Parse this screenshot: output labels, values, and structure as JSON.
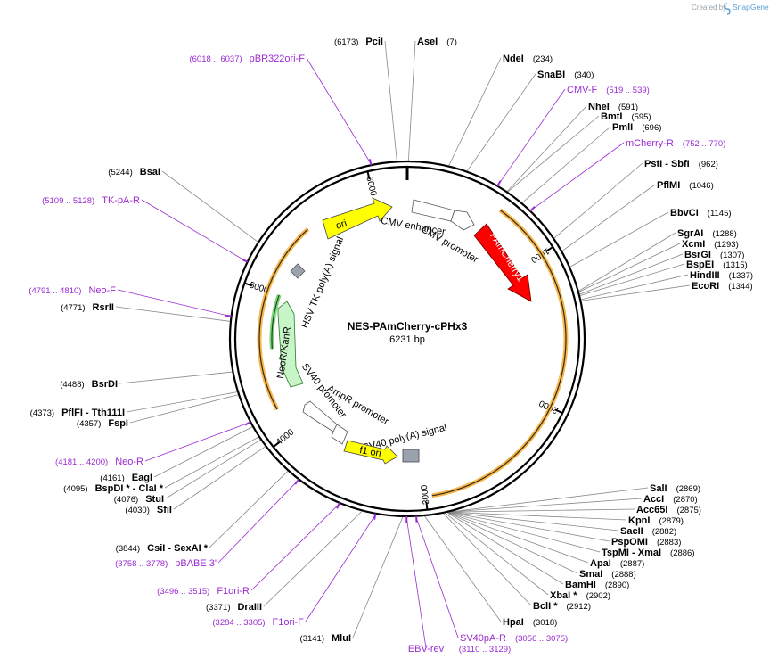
{
  "brand": {
    "prefix": "Created by",
    "name": "SnapGene"
  },
  "map": {
    "name": "NES-PAmCherry-cPHx3",
    "length": "6231 bp"
  },
  "ticks": [
    "1000",
    "2000",
    "3000",
    "4000",
    "5000",
    "6000"
  ],
  "features": {
    "ori": "ori",
    "cmv_enhancer": "CMV enhancer",
    "cmv_promoter": "CMV promoter",
    "pamcherry": "PAmCherry1",
    "hsv_tk": "HSV TK poly(A) signal",
    "neokan": "NeoR/KanR",
    "sv40_promoter": "SV40 promoter",
    "ampr_promoter": "AmpR promoter",
    "sv40_polya": "SV40 poly(A) signal",
    "f1_ori": "f1 ori"
  },
  "enzymes": [
    {
      "name": "PciI",
      "pos": "(6173)"
    },
    {
      "name": "AseI",
      "pos": "(7)"
    },
    {
      "name": "NdeI",
      "pos": "(234)"
    },
    {
      "name": "SnaBI",
      "pos": "(340)"
    },
    {
      "name": "NheI",
      "pos": "(591)"
    },
    {
      "name": "BmtI",
      "pos": "(595)"
    },
    {
      "name": "PmlI",
      "pos": "(696)"
    },
    {
      "name": "PstI  -  SbfI",
      "pos": "(962)"
    },
    {
      "name": "PflMI",
      "pos": "(1046)"
    },
    {
      "name": "BbvCI",
      "pos": "(1145)"
    },
    {
      "name": "SgrAI",
      "pos": "(1288)"
    },
    {
      "name": "XcmI",
      "pos": "(1293)"
    },
    {
      "name": "BsrGI",
      "pos": "(1307)"
    },
    {
      "name": "BspEI",
      "pos": "(1315)"
    },
    {
      "name": "HindIII",
      "pos": "(1337)"
    },
    {
      "name": "EcoRI",
      "pos": "(1344)"
    },
    {
      "name": "SalI",
      "pos": "(2869)"
    },
    {
      "name": "AccI",
      "pos": "(2870)"
    },
    {
      "name": "Acc65I",
      "pos": "(2875)"
    },
    {
      "name": "KpnI",
      "pos": "(2879)"
    },
    {
      "name": "SacII",
      "pos": "(2882)"
    },
    {
      "name": "PspOMI",
      "pos": "(2883)"
    },
    {
      "name": "TspMI  -  XmaI",
      "pos": "(2886)"
    },
    {
      "name": "ApaI",
      "pos": "(2887)"
    },
    {
      "name": "SmaI",
      "pos": "(2888)"
    },
    {
      "name": "BamHI",
      "pos": "(2890)"
    },
    {
      "name": "XbaI *",
      "pos": "(2902)"
    },
    {
      "name": "BclI *",
      "pos": "(2912)"
    },
    {
      "name": "HpaI",
      "pos": "(3018)"
    },
    {
      "name": "MluI",
      "pos": "(3141)"
    },
    {
      "name": "DraIII",
      "pos": "(3371)"
    },
    {
      "name": "CsiI  -  SexAI *",
      "pos": "(3844)"
    },
    {
      "name": "SfiI",
      "pos": "(4030)"
    },
    {
      "name": "StuI",
      "pos": "(4076)"
    },
    {
      "name": "BspDI *  -  ClaI *",
      "pos": "(4095)"
    },
    {
      "name": "EagI",
      "pos": "(4161)"
    },
    {
      "name": "FspI",
      "pos": "(4357)"
    },
    {
      "name": "PflFI  -  Tth111I",
      "pos": "(4373)"
    },
    {
      "name": "BsrDI",
      "pos": "(4488)"
    },
    {
      "name": "RsrII",
      "pos": "(4771)"
    },
    {
      "name": "BsaI",
      "pos": "(5244)"
    }
  ],
  "primers": [
    {
      "name": "pBR322ori-F",
      "range": "(6018 .. 6037)"
    },
    {
      "name": "CMV-F",
      "range": "(519 .. 539)"
    },
    {
      "name": "mCherry-R",
      "range": "(752 .. 770)"
    },
    {
      "name": "TK-pA-R",
      "range": "(5109 .. 5128)"
    },
    {
      "name": "Neo-F",
      "range": "(4791 .. 4810)"
    },
    {
      "name": "Neo-R",
      "range": "(4181 .. 4200)"
    },
    {
      "name": "pBABE 3'",
      "range": "(3758 .. 3778)"
    },
    {
      "name": "F1ori-R",
      "range": "(3496 .. 3515)"
    },
    {
      "name": "F1ori-F",
      "range": "(3284 .. 3305)"
    },
    {
      "name": "EBV-rev",
      "range": "(3110 .. 3129)"
    },
    {
      "name": "SV40pA-R",
      "range": "(3056 .. 3075)"
    }
  ],
  "colors": {
    "primer": "#9a2bd1",
    "ori": "#ffff00",
    "pamcherry": "#ff0000",
    "neokan": "#c8f5c8",
    "promoter": "#ffffff",
    "polya": "#9aa3ad",
    "orf_arc": "#f5b850"
  }
}
